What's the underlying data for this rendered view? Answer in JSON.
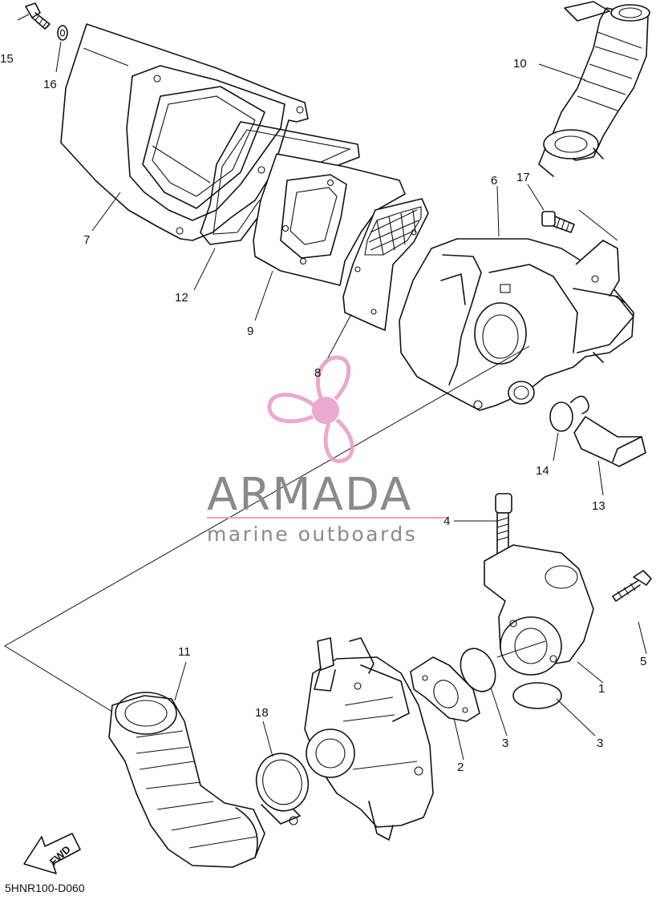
{
  "callouts": {
    "p1": "1",
    "p2": "2",
    "p3a": "3",
    "p3b": "3",
    "p4": "4",
    "p5": "5",
    "p6": "6",
    "p7": "7",
    "p8": "8",
    "p9": "9",
    "p10": "10",
    "p11": "11",
    "p12": "12",
    "p13": "13",
    "p14": "14",
    "p15": "15",
    "p16": "16",
    "p17": "17",
    "p18": "18"
  },
  "watermark": {
    "name": "ARMADA",
    "tagline": "marine outboards",
    "logo_color": "#e8a0c8",
    "text_color": "#8a8a8a"
  },
  "fwd_arrow": {
    "label": "FWD"
  },
  "diagram_code": "5HNR100-D060"
}
